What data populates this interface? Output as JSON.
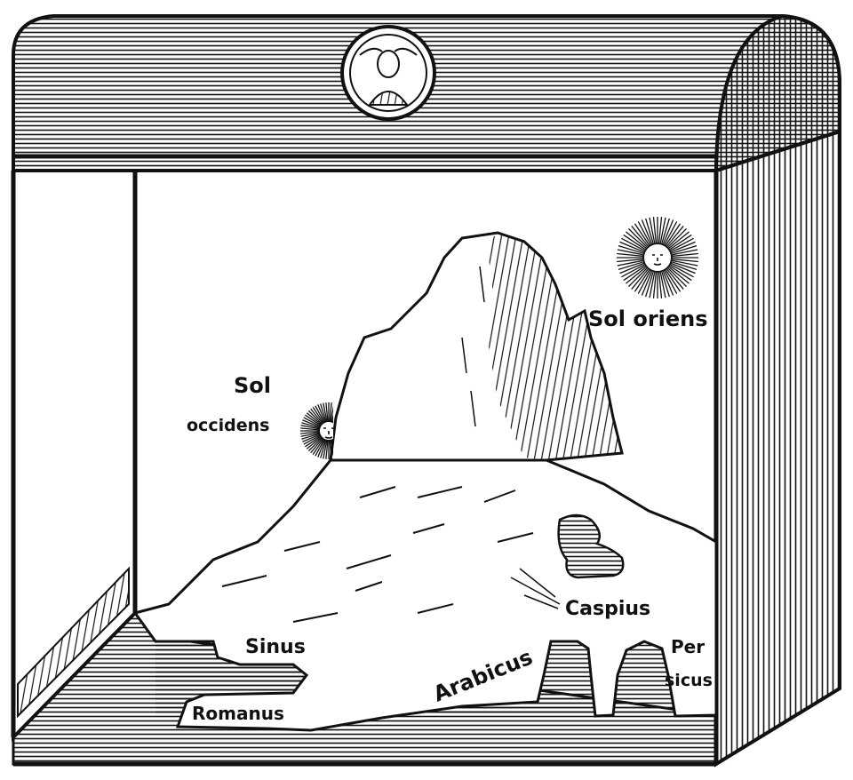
{
  "labels": {
    "sol": "Sol",
    "occidens": "occidens",
    "sol_oriens": "Sol oriens",
    "caspius": "Caspius",
    "sinus": "Sinus",
    "romanus": "Romanus",
    "arabicus": "Arabicus",
    "per": "Per",
    "sicus": "sicus"
  },
  "colors": {
    "ink": "#111111",
    "paper": "#ffffff"
  }
}
